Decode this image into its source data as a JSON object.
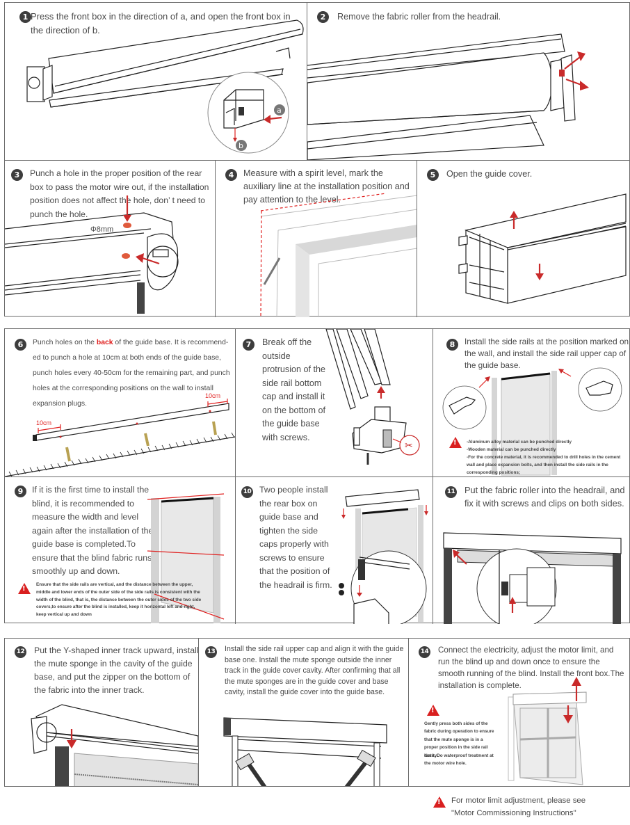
{
  "document": {
    "title": "Motorized zip blind installation steps",
    "steps": [
      {
        "number": "1",
        "text": "Press the front box  in the direction of a, and open the front box in the direction of b.",
        "labels": {
          "a": "a",
          "b": "b"
        }
      },
      {
        "number": "2",
        "text": "Remove the fabric roller from the headrail."
      },
      {
        "number": "3",
        "text": "Punch a hole in the proper position of the rear box to pass the motor wire out, if the installation position does not affect the hole, don’ t need to punch the hole.",
        "dimension_label": "Φ8mm"
      },
      {
        "number": "4",
        "text": "Measure with a spirit level, mark the auxiliary line at the installation position and pay attention to the level."
      },
      {
        "number": "5",
        "text": "Open the guide cover."
      },
      {
        "number": "6",
        "text_before": "Punch holes on the ",
        "text_highlight": "back",
        "text_after": " of the guide base. It is recommend-ed to punch a hole at 10cm at both ends of the guide base, punch holes every 40-50cm for the remaining part, and punch holes at the corresponding positions on the wall to install expansion plugs.",
        "dimension_left": "10cm",
        "dimension_right": "10cm"
      },
      {
        "number": "7",
        "text": "Break off the outside protrusion of the side rail bottom cap and install it on the bottom of the guide base with screws."
      },
      {
        "number": "8",
        "text": "Install the side rails at the position marked on the wall, and install the side rail upper cap of the guide base.",
        "warning_lines": [
          "-Aluminum alloy material can be punched directly",
          "-Wooden material can be punched directly",
          "-For the concrete material, it is recommended to drill holes in the cement wall and place expansion bolts, and then install the side rails in the corresponding positions;"
        ]
      },
      {
        "number": "9",
        "text": "If it is the first time to install the blind, it is recommended to measure the width and level again after the installation of the guide base is completed.To ensure that the blind fabric runs smoothly up and down.",
        "warning": "Ensure that the side rails are vertical, and the distance between the upper, middle and lower ends of the outer side of the side rails is consistent with the width of the blind, that is, the distance between the outer sides of the two side covers,to ensure after the blind is installed, keep it horizontal left and right, keep vertical up and down"
      },
      {
        "number": "10",
        "text": "Two people install the rear box on guide base and tighten the side caps properly with screws to ensure that the position of the headrail is firm."
      },
      {
        "number": "11",
        "text": "Put the fabric roller into the headrail, and fix it with screws and clips on both sides."
      },
      {
        "number": "12",
        "text": "Put the Y-shaped inner track upward, install the mute sponge in the cavity of the guide base, and put the zipper on the bottom of the fabric into the inner track."
      },
      {
        "number": "13",
        "text": "Install the side rail upper cap and align it with the guide base one. Install the mute sponge outside the inner track in the guide cover cavity. After confirming that all the mute sponges are in the guide cover and base cavity, install the guide cover into the guide base."
      },
      {
        "number": "14",
        "text": "Connect the electricity, adjust the motor limit, and run the blind up and down once to ensure the smooth running of the blind. Install the front box.The installation is complete.",
        "warning": "Gently press both sides of the fabric during operation to ensure that the mute sponge is in a proper position in the side rail cavity.",
        "note": "Note: Do waterproof treatment at the motor wire hole."
      }
    ],
    "footer_note": {
      "line1": "For motor limit adjustment, please see",
      "line2": "\"Motor Commissioning Instructions\""
    },
    "icons": {
      "warning": "warning-triangle-icon",
      "arrow": "red-arrow-icon",
      "scissors": "scissors-icon"
    },
    "colors": {
      "accent_red": "#c92a2a",
      "highlight_red": "#e0201f",
      "step_badge": "#3d3d3d",
      "border": "#6b6b6b"
    }
  }
}
